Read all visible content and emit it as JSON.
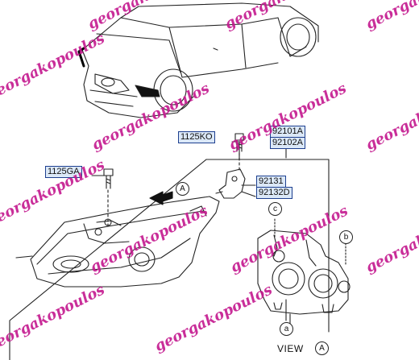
{
  "callouts": {
    "bolt_top": "1125KO",
    "bolt_side": "1125GA",
    "headlamp_left": "92101A",
    "headlamp_right": "92102A",
    "bracket_left": "92131",
    "bracket_right": "92132D"
  },
  "markers": {
    "arrow_view": "A",
    "bulb_a": "a",
    "bulb_b": "b",
    "bulb_c": "c"
  },
  "view": {
    "word": "VIEW",
    "letter": "A"
  },
  "watermark": {
    "text": "georgakopoulos",
    "color": "#c4188e"
  }
}
